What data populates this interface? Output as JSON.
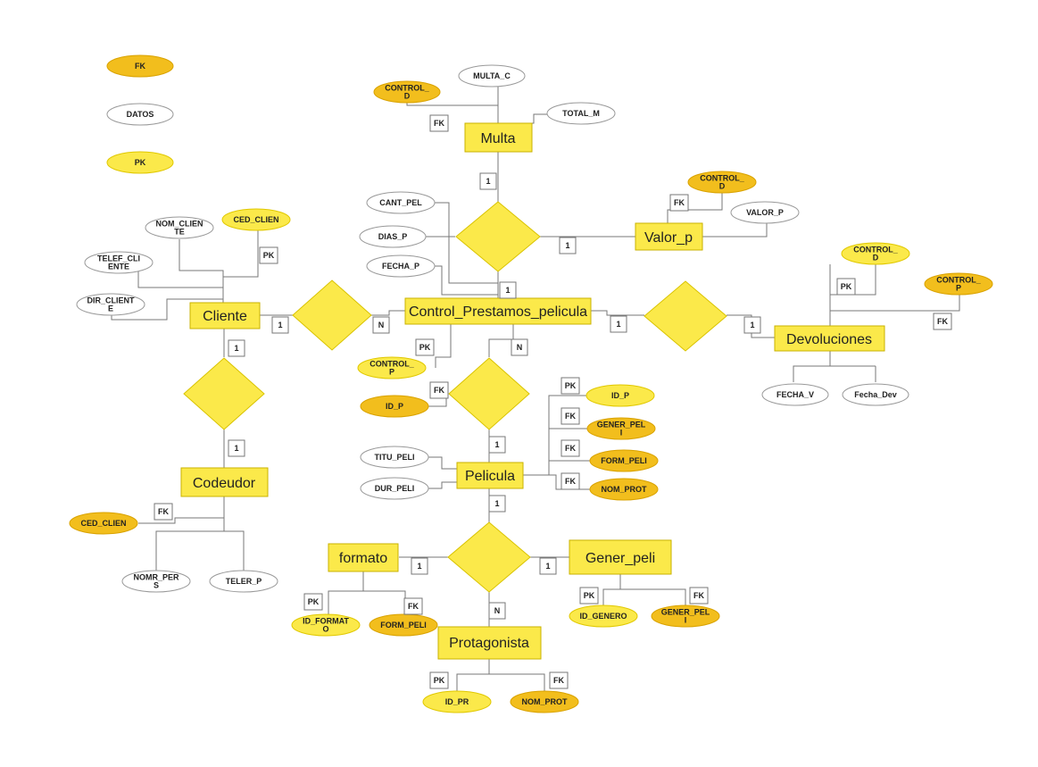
{
  "colors": {
    "fk": "#f2be1d",
    "pk": "#fbe94a",
    "data": "#ffffff",
    "entity": "#fbe94a",
    "relation": "#fbe94a",
    "stroke": "#777777"
  },
  "legend": {
    "fk": "FK",
    "data": "DATOS",
    "pk": "PK"
  },
  "entities": {
    "multa": "Multa",
    "valor_p": "Valor_p",
    "control": "Control_Prestamos_pelicula",
    "cliente": "Cliente",
    "devoluciones": "Devoluciones",
    "codeudor": "Codeudor",
    "pelicula": "Pelicula",
    "formato": "formato",
    "gener_peli": "Gener_peli",
    "protagonista": "Protagonista"
  },
  "attributes": {
    "multa_control": [
      "CONTROL_",
      "D"
    ],
    "multa_c": [
      "MULTA_C"
    ],
    "total_m": [
      "TOTAL_M"
    ],
    "valor_control": [
      "CONTROL_",
      "D"
    ],
    "valor_p": [
      "VALOR_P"
    ],
    "cant_pel": [
      "CANT_PEL"
    ],
    "dias_p": [
      "DIAS_P"
    ],
    "fecha_p": [
      "FECHA_P"
    ],
    "nom_cliente": [
      "NOM_CLIEN",
      "TE"
    ],
    "ced_clien": [
      "CED_CLIEN"
    ],
    "telef_cliente": [
      "TELEF_CLI",
      "ENTE"
    ],
    "dir_cliente": [
      "DIR_CLIENT",
      "E"
    ],
    "dev_control_d": [
      "CONTROL_",
      "D"
    ],
    "dev_control_p": [
      "CONTROL_",
      "P"
    ],
    "fecha_v": [
      "FECHA_V"
    ],
    "fecha_dev": [
      "Fecha_Dev"
    ],
    "ctrl_control_p": [
      "CONTROL_",
      "P"
    ],
    "ctrl_id_p": [
      "ID_P"
    ],
    "peli_id_p": [
      "ID_P"
    ],
    "gener_peli_fk": [
      "GENER_PEL",
      "I"
    ],
    "form_peli": [
      "FORM_PELI"
    ],
    "nom_prot": [
      "NOM_PROT"
    ],
    "titu_peli": [
      "TITU_PELI"
    ],
    "dur_peli": [
      "DUR_PELI"
    ],
    "cod_ced_clien": [
      "CED_CLIEN"
    ],
    "nomr_pers": [
      "NOMR_PER",
      "S"
    ],
    "teler_p": [
      "TELER_P"
    ],
    "id_formato": [
      "ID_FORMAT",
      "O"
    ],
    "fmt_form_peli": [
      "FORM_PELI"
    ],
    "id_genero": [
      "ID_GENERO"
    ],
    "gen_gener_peli": [
      "GENER_PEL",
      "I"
    ],
    "id_pr": [
      "ID_PR"
    ],
    "prot_nom_prot": [
      "NOM_PROT"
    ]
  },
  "key_labels": {
    "pk": "PK",
    "fk": "FK"
  },
  "cardinalities": {
    "one": "1",
    "many": "N"
  }
}
